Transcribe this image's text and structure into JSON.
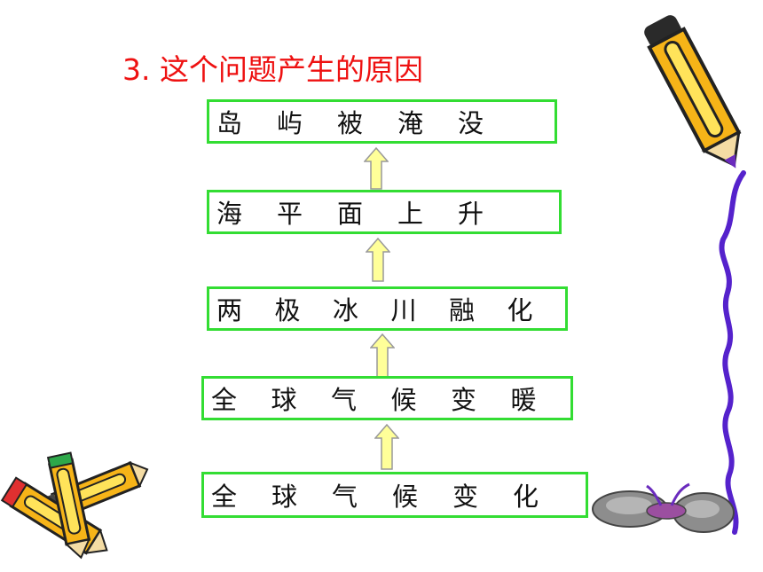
{
  "title": "3. 这个问题产生的原因",
  "boxes": [
    {
      "chars": [
        "岛",
        "屿",
        "被",
        "淹",
        "没"
      ]
    },
    {
      "chars": [
        "海",
        "平",
        "面",
        "上",
        "升"
      ]
    },
    {
      "chars": [
        "两",
        "极",
        "冰",
        "川",
        "融",
        "化"
      ]
    },
    {
      "chars": [
        "全",
        "球",
        "气",
        "候",
        "变",
        "暖"
      ]
    },
    {
      "chars": [
        "全",
        "球",
        "气",
        "候",
        "变",
        "化"
      ]
    }
  ],
  "colors": {
    "title": "#ee1111",
    "box_border": "#33dd33",
    "arrow_fill": "#ffff99",
    "arrow_stroke": "#999999"
  },
  "icons": [
    "pencil-top-right",
    "pencils-bottom-left",
    "butterfly"
  ]
}
